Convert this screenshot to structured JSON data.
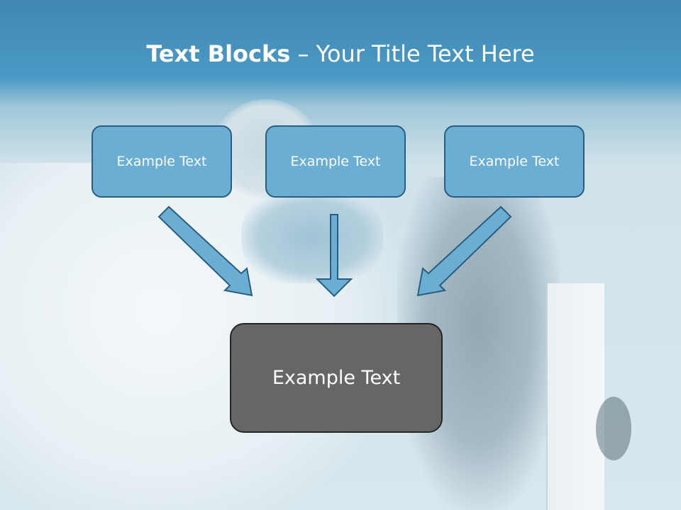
{
  "title": {
    "bold": "Text Blocks",
    "rest": " – Your Title Text Here"
  },
  "boxes": [
    {
      "label": "Example Text"
    },
    {
      "label": "Example Text"
    },
    {
      "label": "Example Text"
    }
  ],
  "center_box": {
    "label": "Example Text"
  },
  "colors": {
    "header": "#4b9ac6",
    "box_fill": "#6aaed4",
    "box_border": "#2a5d80",
    "center_fill": "#666666",
    "arrow_fill": "#6aaed4"
  }
}
